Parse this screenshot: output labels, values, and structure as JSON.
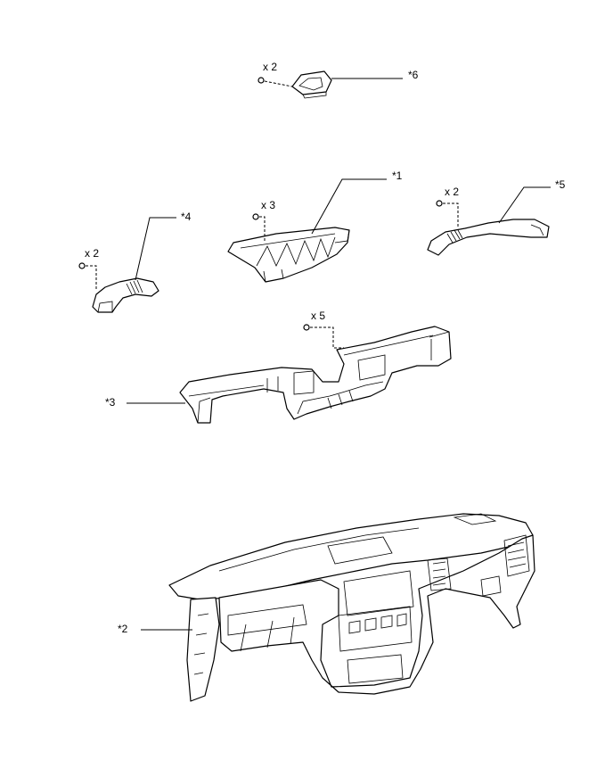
{
  "callouts": {
    "part1": "*1",
    "part2": "*2",
    "part3": "*3",
    "part4": "*4",
    "part5": "*5",
    "part6": "*6"
  },
  "quantities": {
    "part6_screws": "x 2",
    "part1_screws": "x 3",
    "part4_screws": "x 2",
    "part5_screws": "x 2",
    "part3_screws": "x 5"
  }
}
